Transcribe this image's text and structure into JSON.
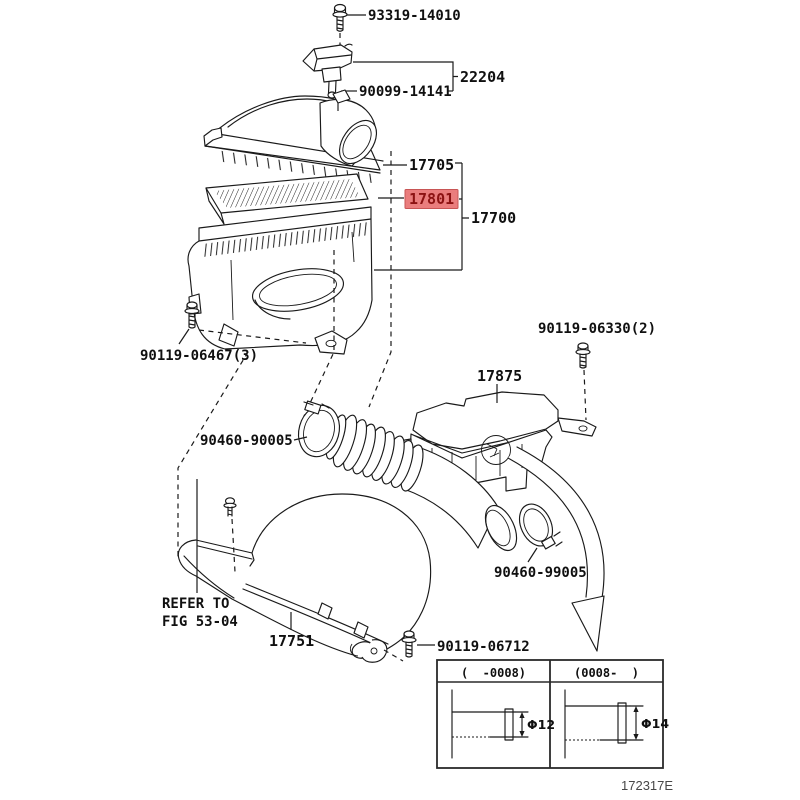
{
  "figure_code": "172317E",
  "parts": {
    "bolt_sensor": "93319-14010",
    "maf_sensor_assy": "22204",
    "oring": "90099-14141",
    "cap": "17705",
    "filter_element": "17801",
    "air_cleaner_assy": "17700",
    "bolt_case": "90119-06467(3)",
    "bolt_resonator": "90119-06330(2)",
    "resonator": "17875",
    "clamp_hose": "90460-90005",
    "clamp_outlet": "90460-99005",
    "refer_note_line1": "REFER TO",
    "refer_note_line2": "FIG 53-04",
    "intake_duct": "17751",
    "bolt_duct": "90119-06712"
  },
  "variant_table": {
    "col_left": {
      "header": "(  -0008)",
      "dimension": "Φ12"
    },
    "col_right": {
      "header": "(0008-  )",
      "dimension": "Φ14"
    }
  },
  "colors": {
    "highlight_bg": "#ea7d7d",
    "highlight_text": "#8c1212",
    "line": "#1a1a1a",
    "background": "#ffffff"
  }
}
